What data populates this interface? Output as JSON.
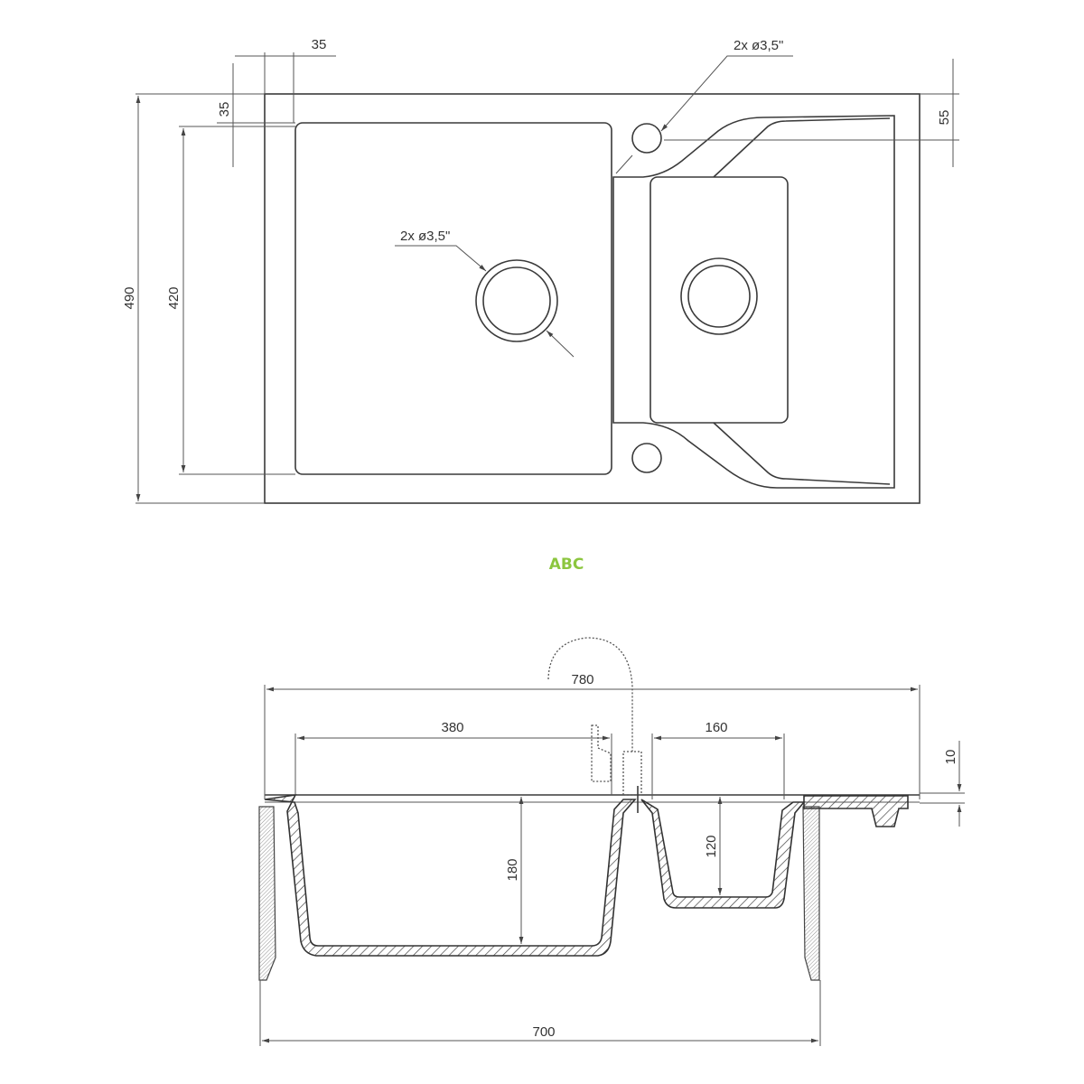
{
  "top_view": {
    "dim_flange_top": "35",
    "dim_flange_left": "35",
    "dim_hole_offset": "55",
    "dim_depth_total": "490",
    "dim_bowl_depth": "420",
    "tap_holes_label": "2x ø3,5\"",
    "drain_label": "2x ø3,5\""
  },
  "watermark": "ABC",
  "side_view": {
    "dim_total_width": "780",
    "dim_big_bowl_width": "380",
    "dim_small_bowl_width": "160",
    "dim_rim": "10",
    "dim_big_bowl_depth": "180",
    "dim_small_bowl_depth": "120",
    "dim_cabinet": "700"
  }
}
